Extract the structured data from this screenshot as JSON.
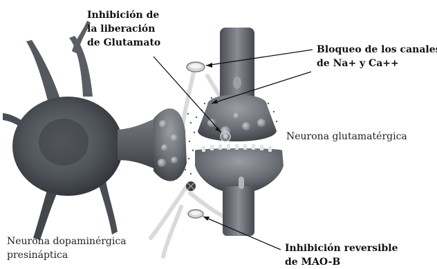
{
  "labels": {
    "glutamate_inhibition": [
      "Inhibición de",
      "la liberación",
      "de Glutamato"
    ],
    "channel_block": [
      "Bloqueo de los canales",
      "de Na+ y Ca++"
    ],
    "glutamatergic_neuron": "Neurona glutamatérgica",
    "dopaminergic_neuron": [
      "Neurona dopaminérgica",
      "presináptica"
    ],
    "maob_inhibition": [
      "Inhibición reversible",
      "de MAO-B"
    ]
  }
}
